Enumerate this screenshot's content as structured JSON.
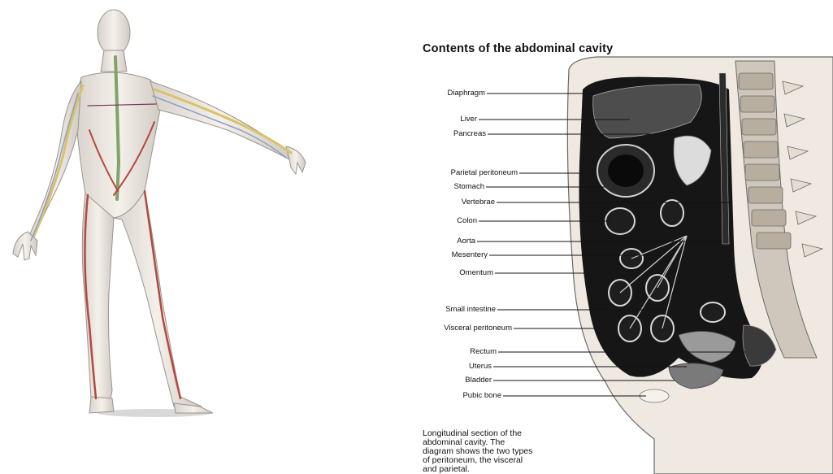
{
  "diagram": {
    "title": "Contents of the abdominal cavity",
    "labels": [
      "Diaphragm",
      "Liver",
      "Pancreas",
      "Parietal peritoneum",
      "Stomach",
      "Vertebrae",
      "Colon",
      "Aorta",
      "Mesentery",
      "Omentum",
      "Small intestine",
      "Visceral peritoneum",
      "Rectum",
      "Uterus",
      "Bladder",
      "Pubic bone"
    ],
    "caption": [
      "Longitudinal section of the",
      "abdominal cavity. The",
      "diagram shows the two types",
      "of peritoneum, the visceral",
      "and parietal."
    ]
  },
  "colors": {
    "artery": "#b5493e",
    "nerve": "#d9c26a",
    "vessel_green": "#7fa36a",
    "vein": "#8d9fc4",
    "skin": "#efe9e1",
    "cavity_black": "#161616",
    "organ_gray": "#5e5e5e"
  }
}
